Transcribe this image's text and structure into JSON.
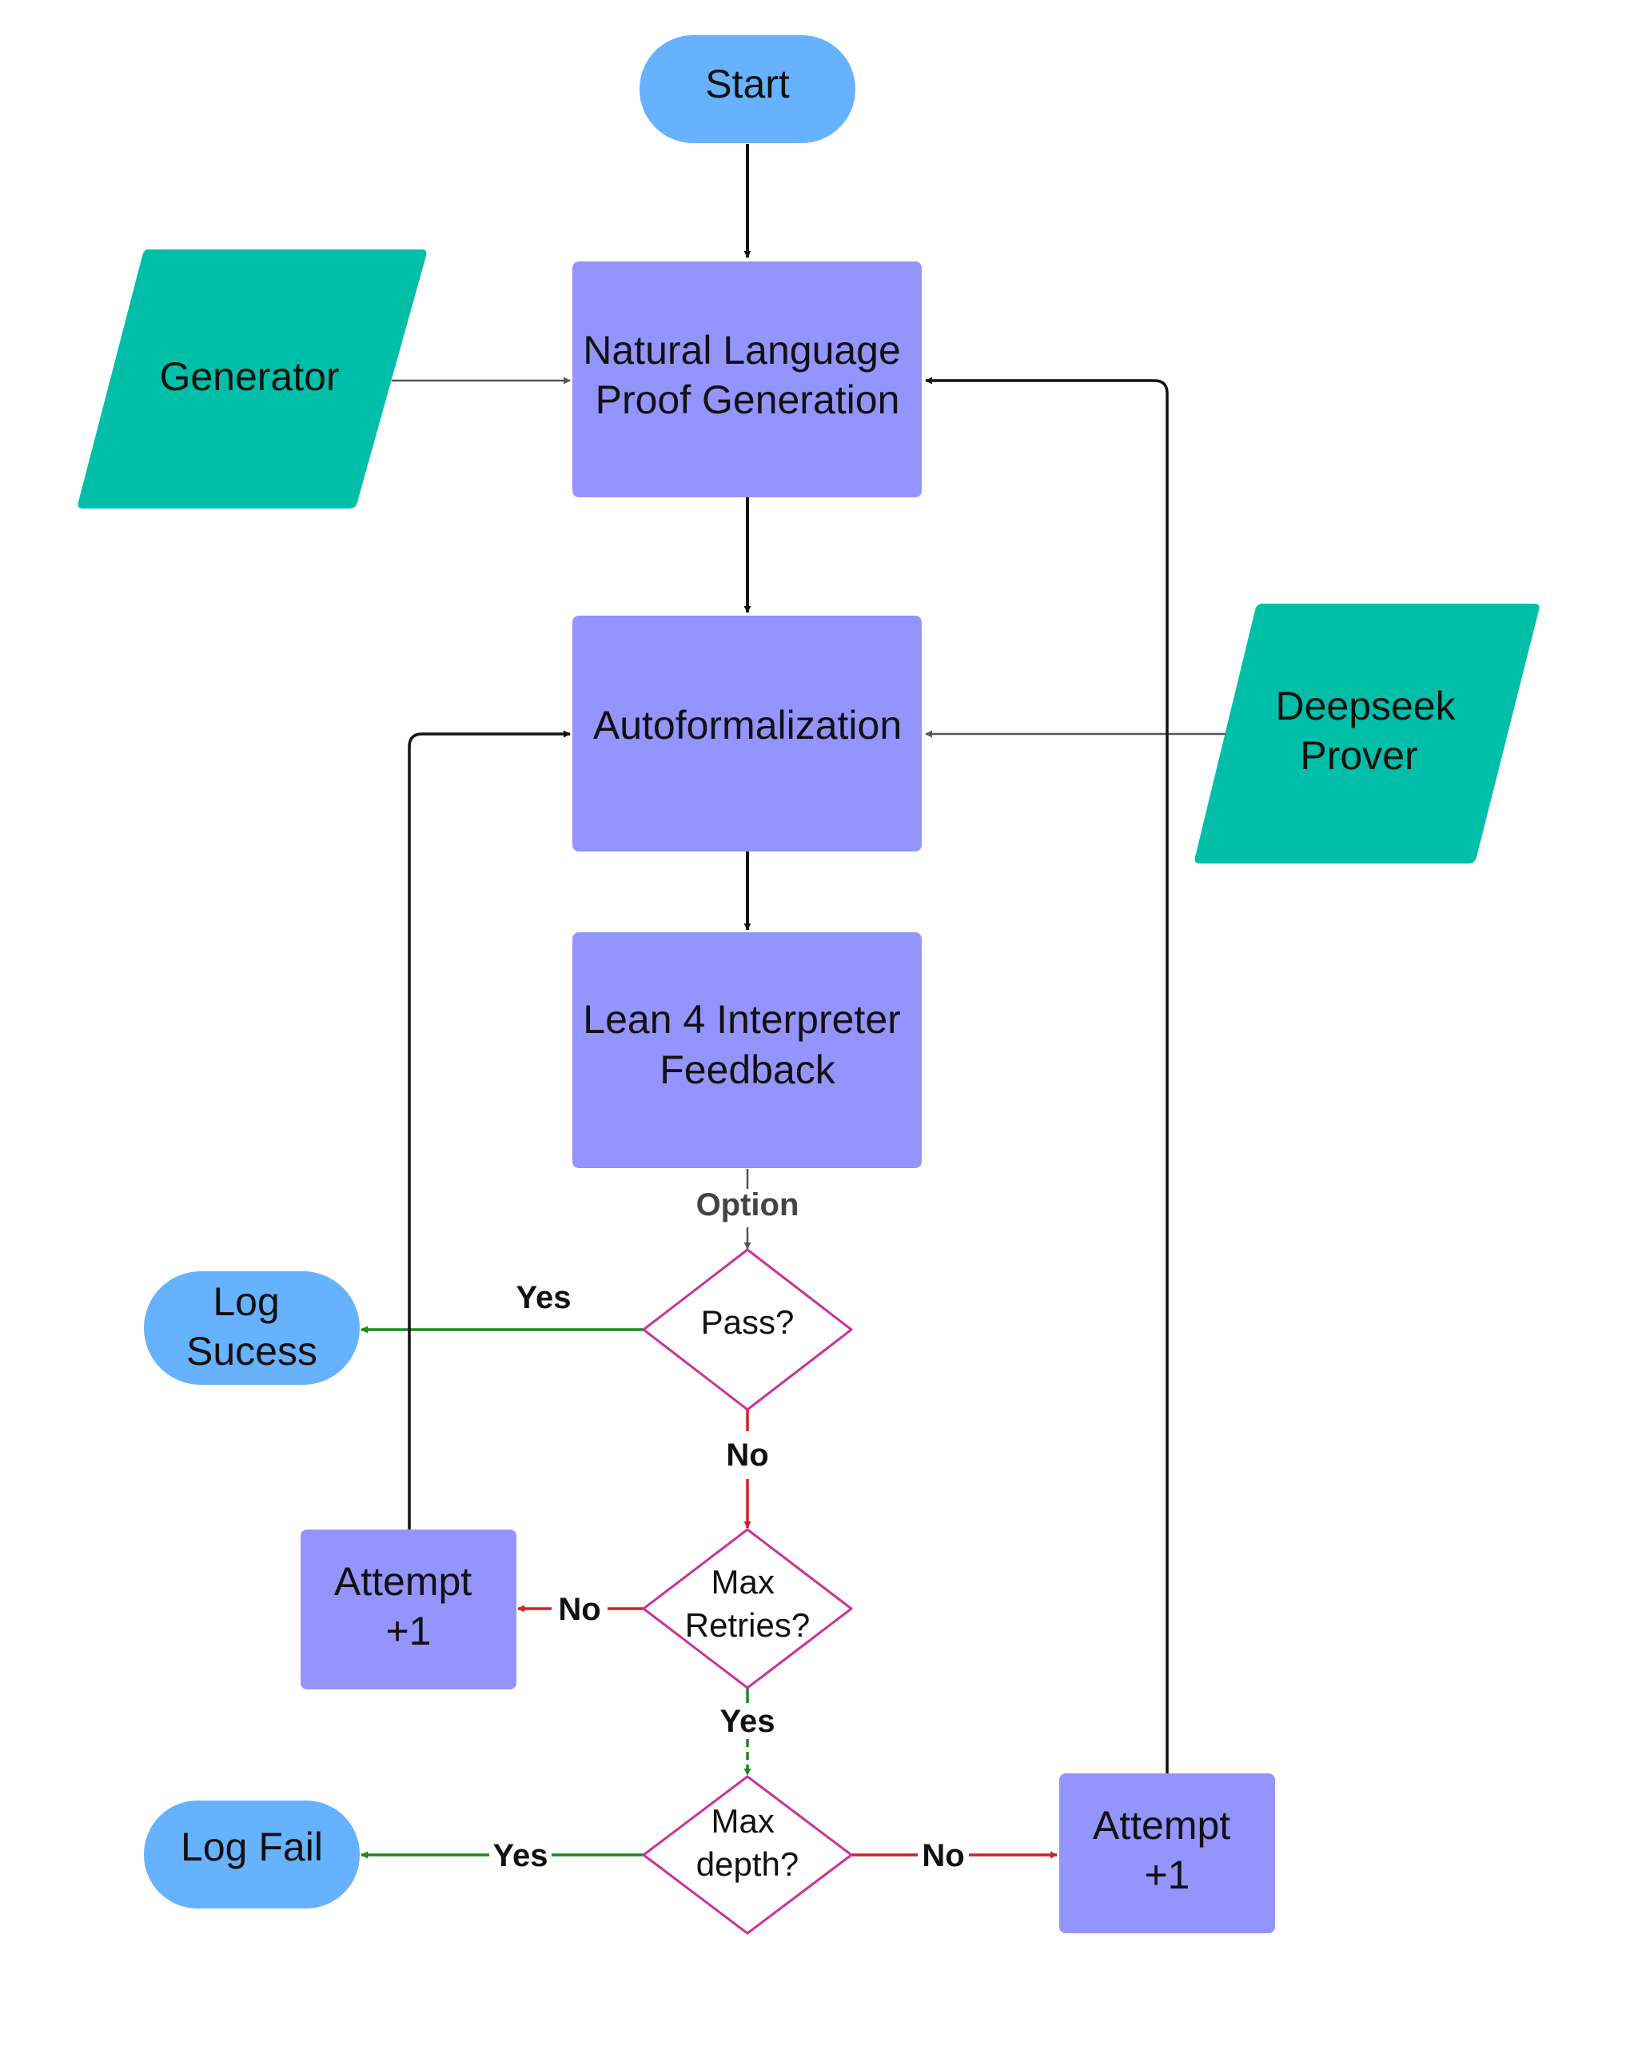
{
  "colors": {
    "terminal": "#66B2FF",
    "process": "#9494FF",
    "data": "#00BFA8",
    "decision_stroke": "#CC3399",
    "edge_default": "#111111",
    "edge_gray": "#555555",
    "edge_yes": "#1A8A1A",
    "edge_no": "#D42020"
  },
  "nodes": {
    "start": "Start",
    "generator": "Generator",
    "nl_proof": [
      "Natural Language",
      "Proof Generation"
    ],
    "autoformalization": "Autoformalization",
    "deepseek": [
      "Deepseek",
      "Prover"
    ],
    "lean_feedback": [
      "Lean 4 Interpreter",
      "Feedback"
    ],
    "log_success": [
      "Log",
      "Sucess"
    ],
    "pass": "Pass?",
    "max_retries": [
      "Max",
      "Retries?"
    ],
    "attempt_left": [
      "Attempt",
      "+1"
    ],
    "log_fail": "Log Fail",
    "max_depth": [
      "Max",
      "depth?"
    ],
    "attempt_right": [
      "Attempt",
      "+1"
    ]
  },
  "edge_labels": {
    "option": "Option",
    "pass_yes": "Yes",
    "pass_no": "No",
    "retries_no": "No",
    "retries_yes": "Yes",
    "depth_yes": "Yes",
    "depth_no": "No"
  }
}
